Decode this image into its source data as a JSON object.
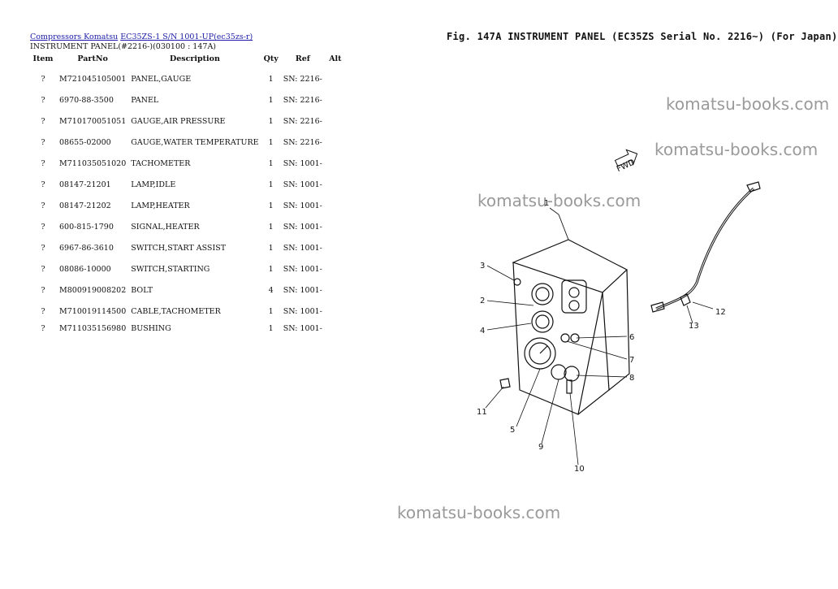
{
  "breadcrumbs": [
    {
      "label": "Compressors Komatsu"
    },
    {
      "label": "EC35ZS-1 S/N 1001-UP(ec35zs-r)"
    }
  ],
  "subtitle": "INSTRUMENT PANEL(#2216-)(030100 : 147A)",
  "table": {
    "headers": {
      "item": "Item",
      "part_no": "PartNo",
      "description": "Description",
      "qty": "Qty",
      "ref": "Ref",
      "alt": "Alt"
    },
    "rows": [
      {
        "item": "?",
        "part_no": "M721045105001",
        "description": "PANEL,GAUGE",
        "qty": "1",
        "ref": "SN: 2216-",
        "alt": ""
      },
      {
        "item": "?",
        "part_no": "6970-88-3500",
        "description": "PANEL",
        "qty": "1",
        "ref": "SN: 2216-",
        "alt": ""
      },
      {
        "item": "?",
        "part_no": "M710170051051",
        "description": "GAUGE,AIR PRESSURE",
        "qty": "1",
        "ref": "SN: 2216-",
        "alt": ""
      },
      {
        "item": "?",
        "part_no": "08655-02000",
        "description": "GAUGE,WATER TEMPERATURE",
        "qty": "1",
        "ref": "SN: 2216-",
        "alt": ""
      },
      {
        "item": "?",
        "part_no": "M711035051020",
        "description": "TACHOMETER",
        "qty": "1",
        "ref": "SN: 1001-",
        "alt": ""
      },
      {
        "item": "?",
        "part_no": "08147-21201",
        "description": "LAMP,IDLE",
        "qty": "1",
        "ref": "SN: 1001-",
        "alt": ""
      },
      {
        "item": "?",
        "part_no": "08147-21202",
        "description": "LAMP,HEATER",
        "qty": "1",
        "ref": "SN: 1001-",
        "alt": ""
      },
      {
        "item": "?",
        "part_no": "600-815-1790",
        "description": "SIGNAL,HEATER",
        "qty": "1",
        "ref": "SN: 1001-",
        "alt": ""
      },
      {
        "item": "?",
        "part_no": "6967-86-3610",
        "description": "SWITCH,START ASSIST",
        "qty": "1",
        "ref": "SN: 1001-",
        "alt": ""
      },
      {
        "item": "?",
        "part_no": "08086-10000",
        "description": "SWITCH,STARTING",
        "qty": "1",
        "ref": "SN: 1001-",
        "alt": ""
      },
      {
        "item": "?",
        "part_no": "M800919008202",
        "description": "BOLT",
        "qty": "4",
        "ref": "SN: 1001-",
        "alt": ""
      },
      {
        "item": "?",
        "part_no": "M710019114500",
        "description": "CABLE,TACHOMETER",
        "qty": "1",
        "ref": "SN: 1001-",
        "alt": ""
      },
      {
        "item": "?",
        "part_no": "M711035156980",
        "description": "BUSHING",
        "qty": "1",
        "ref": "SN: 1001-",
        "alt": ""
      }
    ]
  },
  "figure": {
    "title": "Fig. 147A  INSTRUMENT PANEL (EC35ZS Serial No. 2216~) (For Japan)",
    "callouts": [
      "1",
      "2",
      "3",
      "4",
      "5",
      "6",
      "7",
      "8",
      "9",
      "10",
      "11",
      "12",
      "13"
    ],
    "fwd_label": "FWD"
  },
  "watermarks": [
    "komatsu-books.com",
    "komatsu-books.com",
    "komatsu-books.com",
    "komatsu-books.com"
  ]
}
